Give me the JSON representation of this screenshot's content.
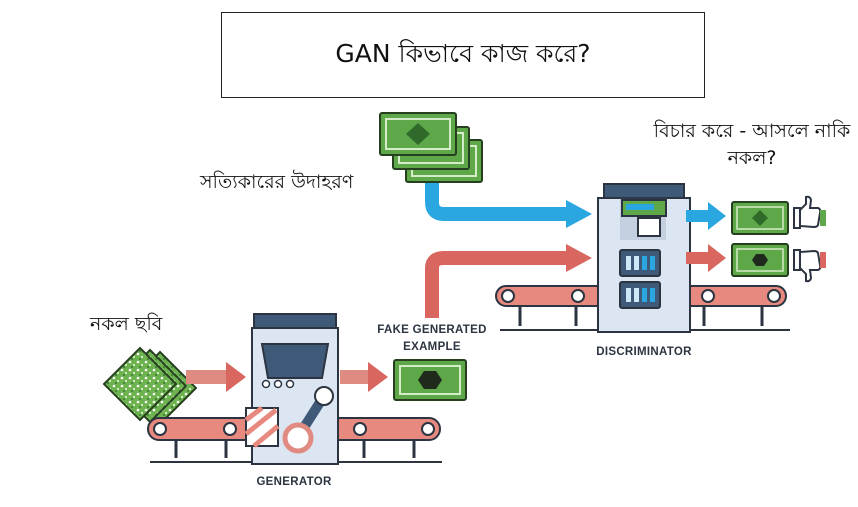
{
  "title": "GAN কিভাবে কাজ করে?",
  "labels": {
    "real_examples": "সত্যিকারের উদাহরণ",
    "fake_image": "নকল ছবি",
    "judge": "বিচার করে - আসলে নাকি নকল?",
    "fake_generated_example": "FAKE GENERATED EXAMPLE",
    "discriminator": "DISCRIMINATOR",
    "generator": "GENERATOR"
  },
  "colors": {
    "money_green": "#5fa84a",
    "money_dark": "#2f6a2a",
    "arrow_blue": "#2aa6e0",
    "arrow_red": "#d9675f",
    "machine_light": "#dce6f2",
    "machine_dark": "#3f5a78",
    "belt": "#e8897f"
  },
  "icons": [
    "banknote-icon",
    "thumbs-up-icon",
    "thumbs-down-icon",
    "noise-tile-icon"
  ]
}
